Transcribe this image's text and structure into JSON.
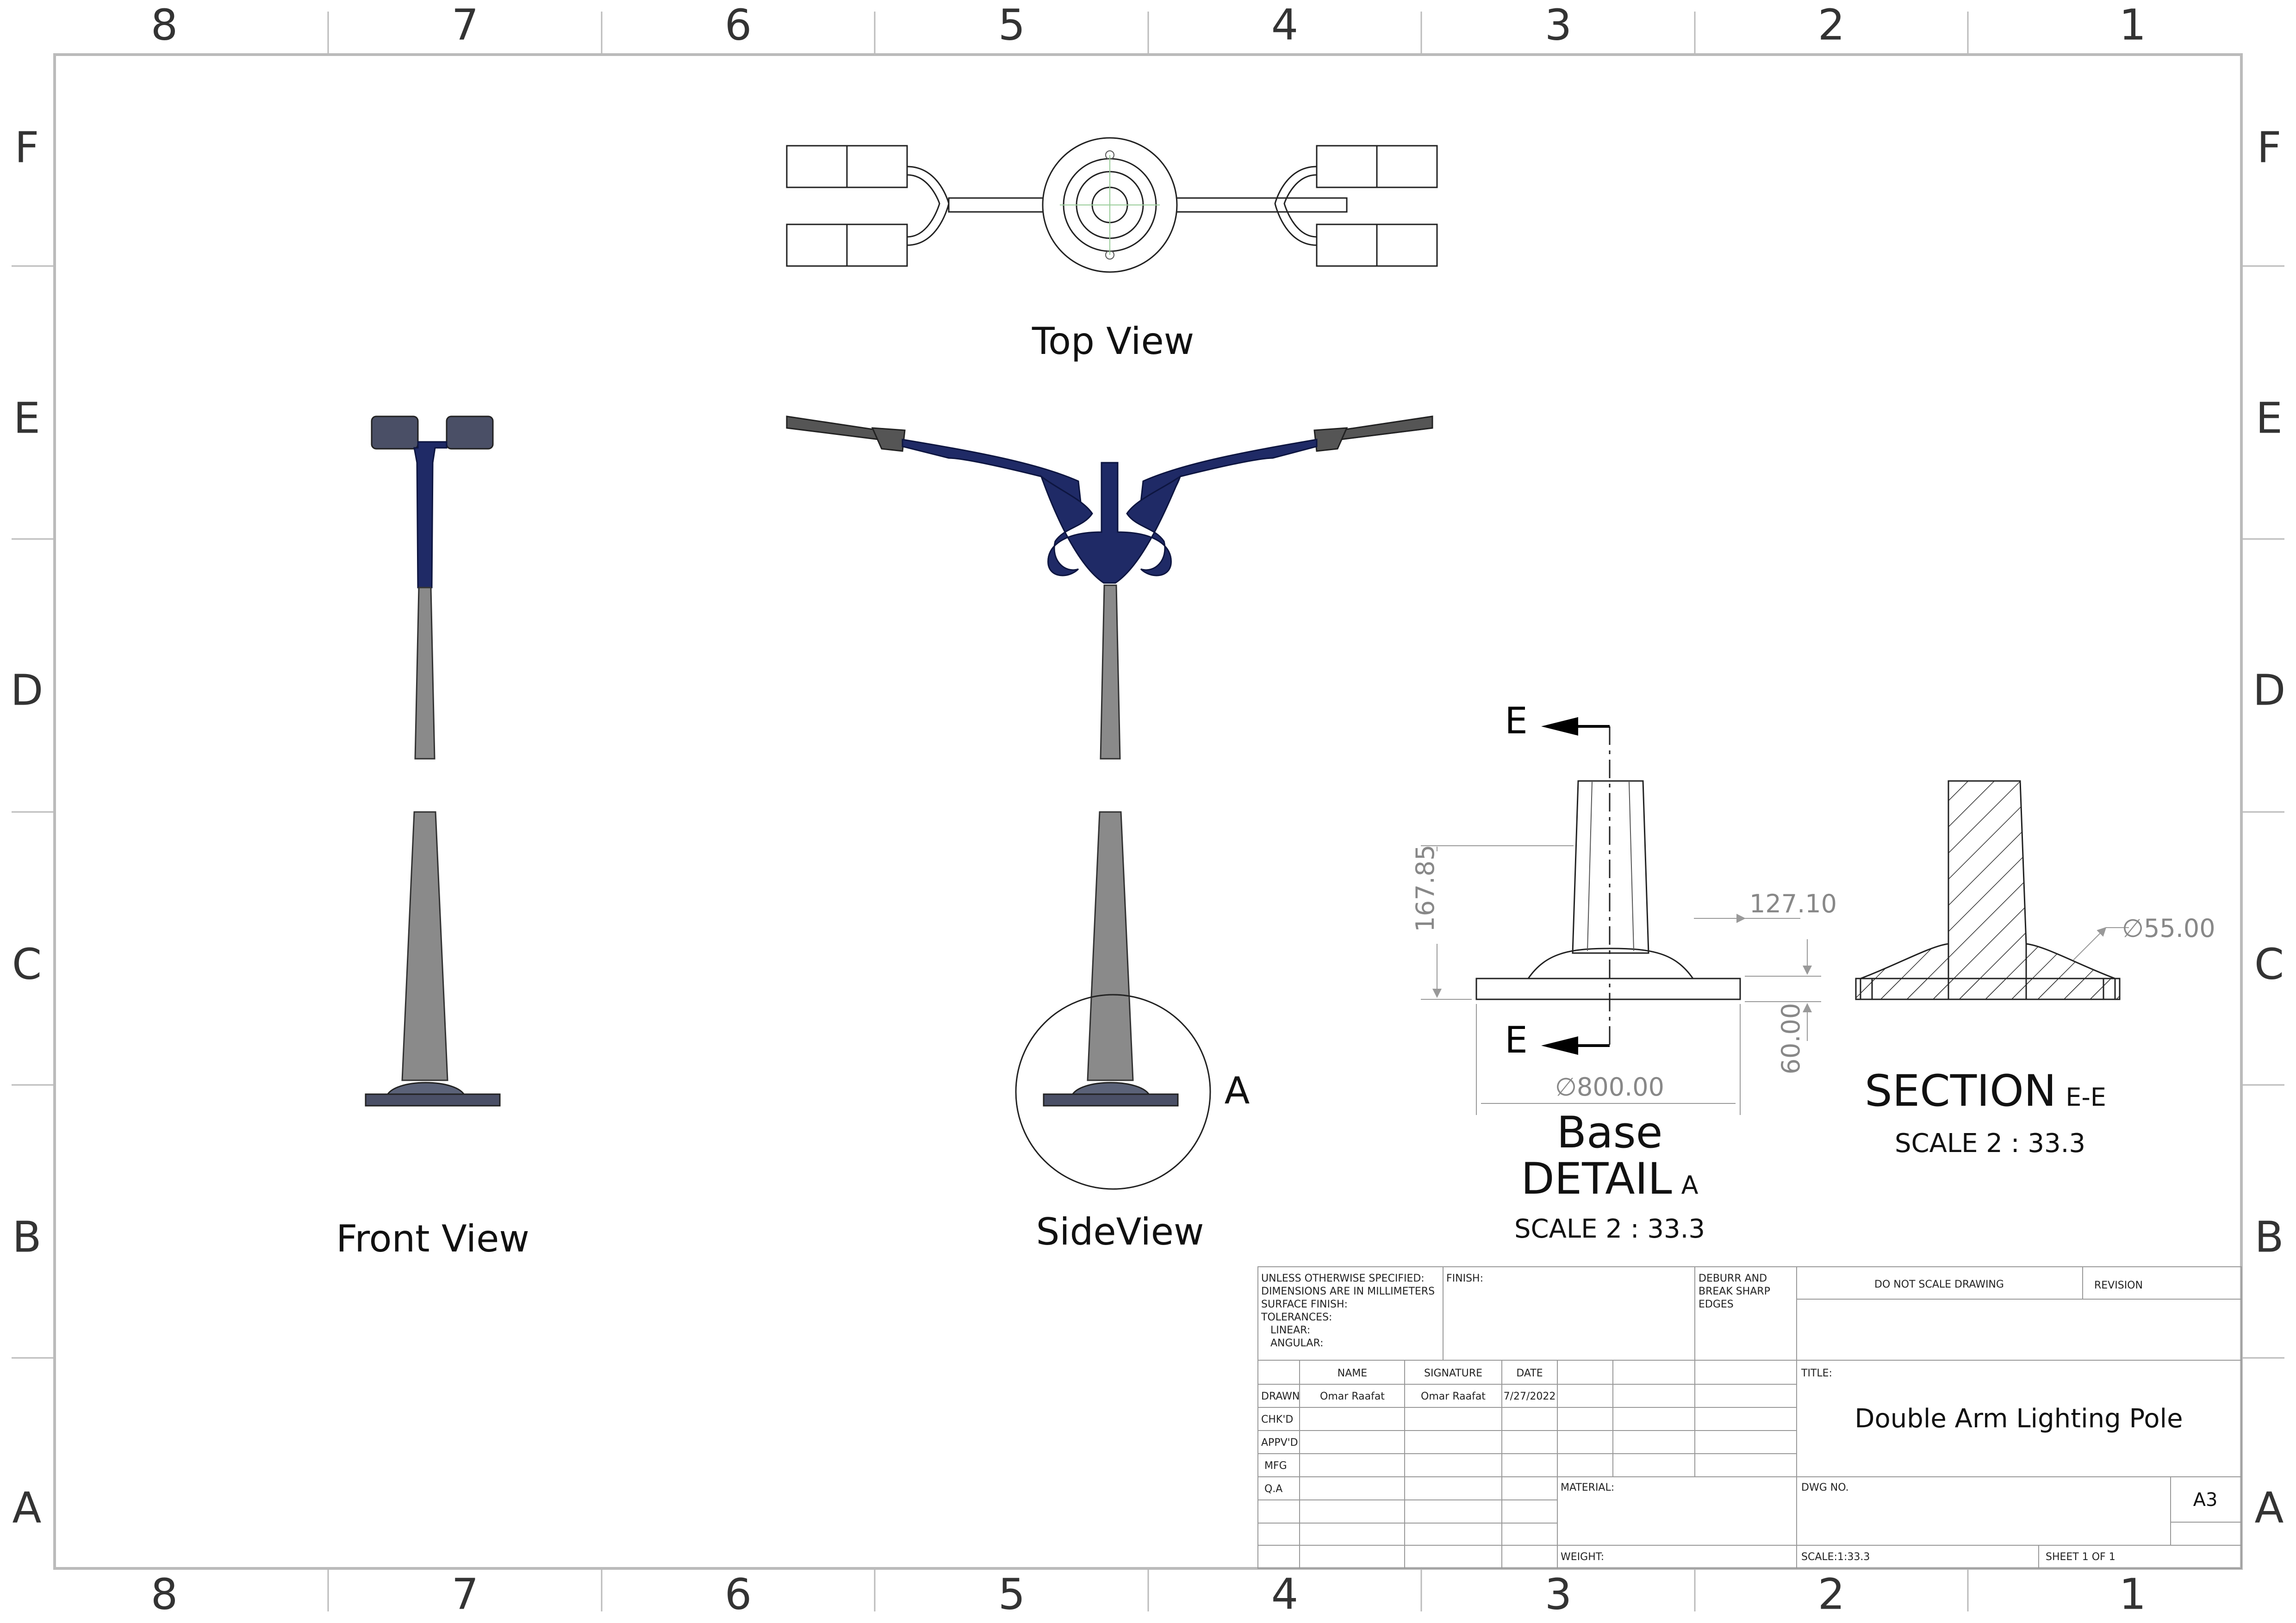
{
  "zones": {
    "columns": [
      "8",
      "7",
      "6",
      "5",
      "4",
      "3",
      "2",
      "1"
    ],
    "rows": [
      "F",
      "E",
      "D",
      "C",
      "B",
      "A"
    ]
  },
  "views": {
    "top": "Top View",
    "front": "Front View",
    "side": "SideView",
    "detail_callout": "A"
  },
  "detail": {
    "line1": "Base",
    "line2": "DETAIL",
    "suffix": "A",
    "scale": "SCALE  2 : 33.3",
    "cut_top": "E",
    "cut_bottom": "E",
    "dims": {
      "height": "167.85",
      "width": "127.10",
      "diameter": "800.00",
      "thickness": "60.00"
    }
  },
  "section": {
    "title": "SECTION",
    "suffix": "E-E",
    "scale": "SCALE  2 : 33.3",
    "diameter": "55.00"
  },
  "dia_symbol": "∅",
  "title_block": {
    "unless": [
      "UNLESS OTHERWISE SPECIFIED:",
      "DIMENSIONS ARE IN MILLIMETERS",
      "SURFACE FINISH:",
      "TOLERANCES:",
      "   LINEAR:",
      "   ANGULAR:"
    ],
    "finish": "FINISH:",
    "deburr": [
      "DEBURR AND",
      "BREAK SHARP",
      "EDGES"
    ],
    "do_not_scale": "DO NOT SCALE DRAWING",
    "revision": "REVISION",
    "col_headers": {
      "name": "NAME",
      "signature": "SIGNATURE",
      "date": "DATE"
    },
    "row_labels": [
      "DRAWN",
      "CHK'D",
      "APPV'D",
      "MFG",
      "Q.A"
    ],
    "drawn": {
      "name": "Omar Raafat",
      "signature": "Omar Raafat",
      "date": "7/27/2022"
    },
    "title_label": "TITLE:",
    "title": "Double Arm Lighting Pole",
    "material": "MATERIAL:",
    "dwg_no": "DWG NO.",
    "size": "A3",
    "weight": "WEIGHT:",
    "scale": "SCALE:1:33.3",
    "sheet": "SHEET 1 OF 1"
  }
}
